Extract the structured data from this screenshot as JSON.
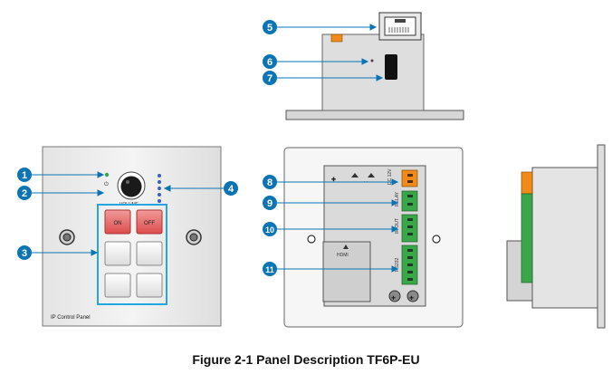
{
  "figure": {
    "caption": "Figure 2-1 Panel Description TF6P-EU",
    "panel_label": "IP Control Panel",
    "volume_label": "VOLUME",
    "on_button": "ON",
    "off_button": "OFF",
    "hdmi_label": "HDMI",
    "tb_top_label": "DC 12V",
    "tb_relay_label": "RELAY",
    "tb_ir_label": "IR OUT",
    "tb_rs232_label": "RS232"
  },
  "callouts": [
    "1",
    "2",
    "3",
    "4",
    "5",
    "6",
    "7",
    "8",
    "9",
    "10",
    "11"
  ],
  "colors": {
    "callout": "#0a74b5",
    "button_red": "#e86a6a",
    "highlight_blue": "#25a6e0",
    "terminal_green": "#3aa64a",
    "terminal_orange": "#f08a1a"
  }
}
